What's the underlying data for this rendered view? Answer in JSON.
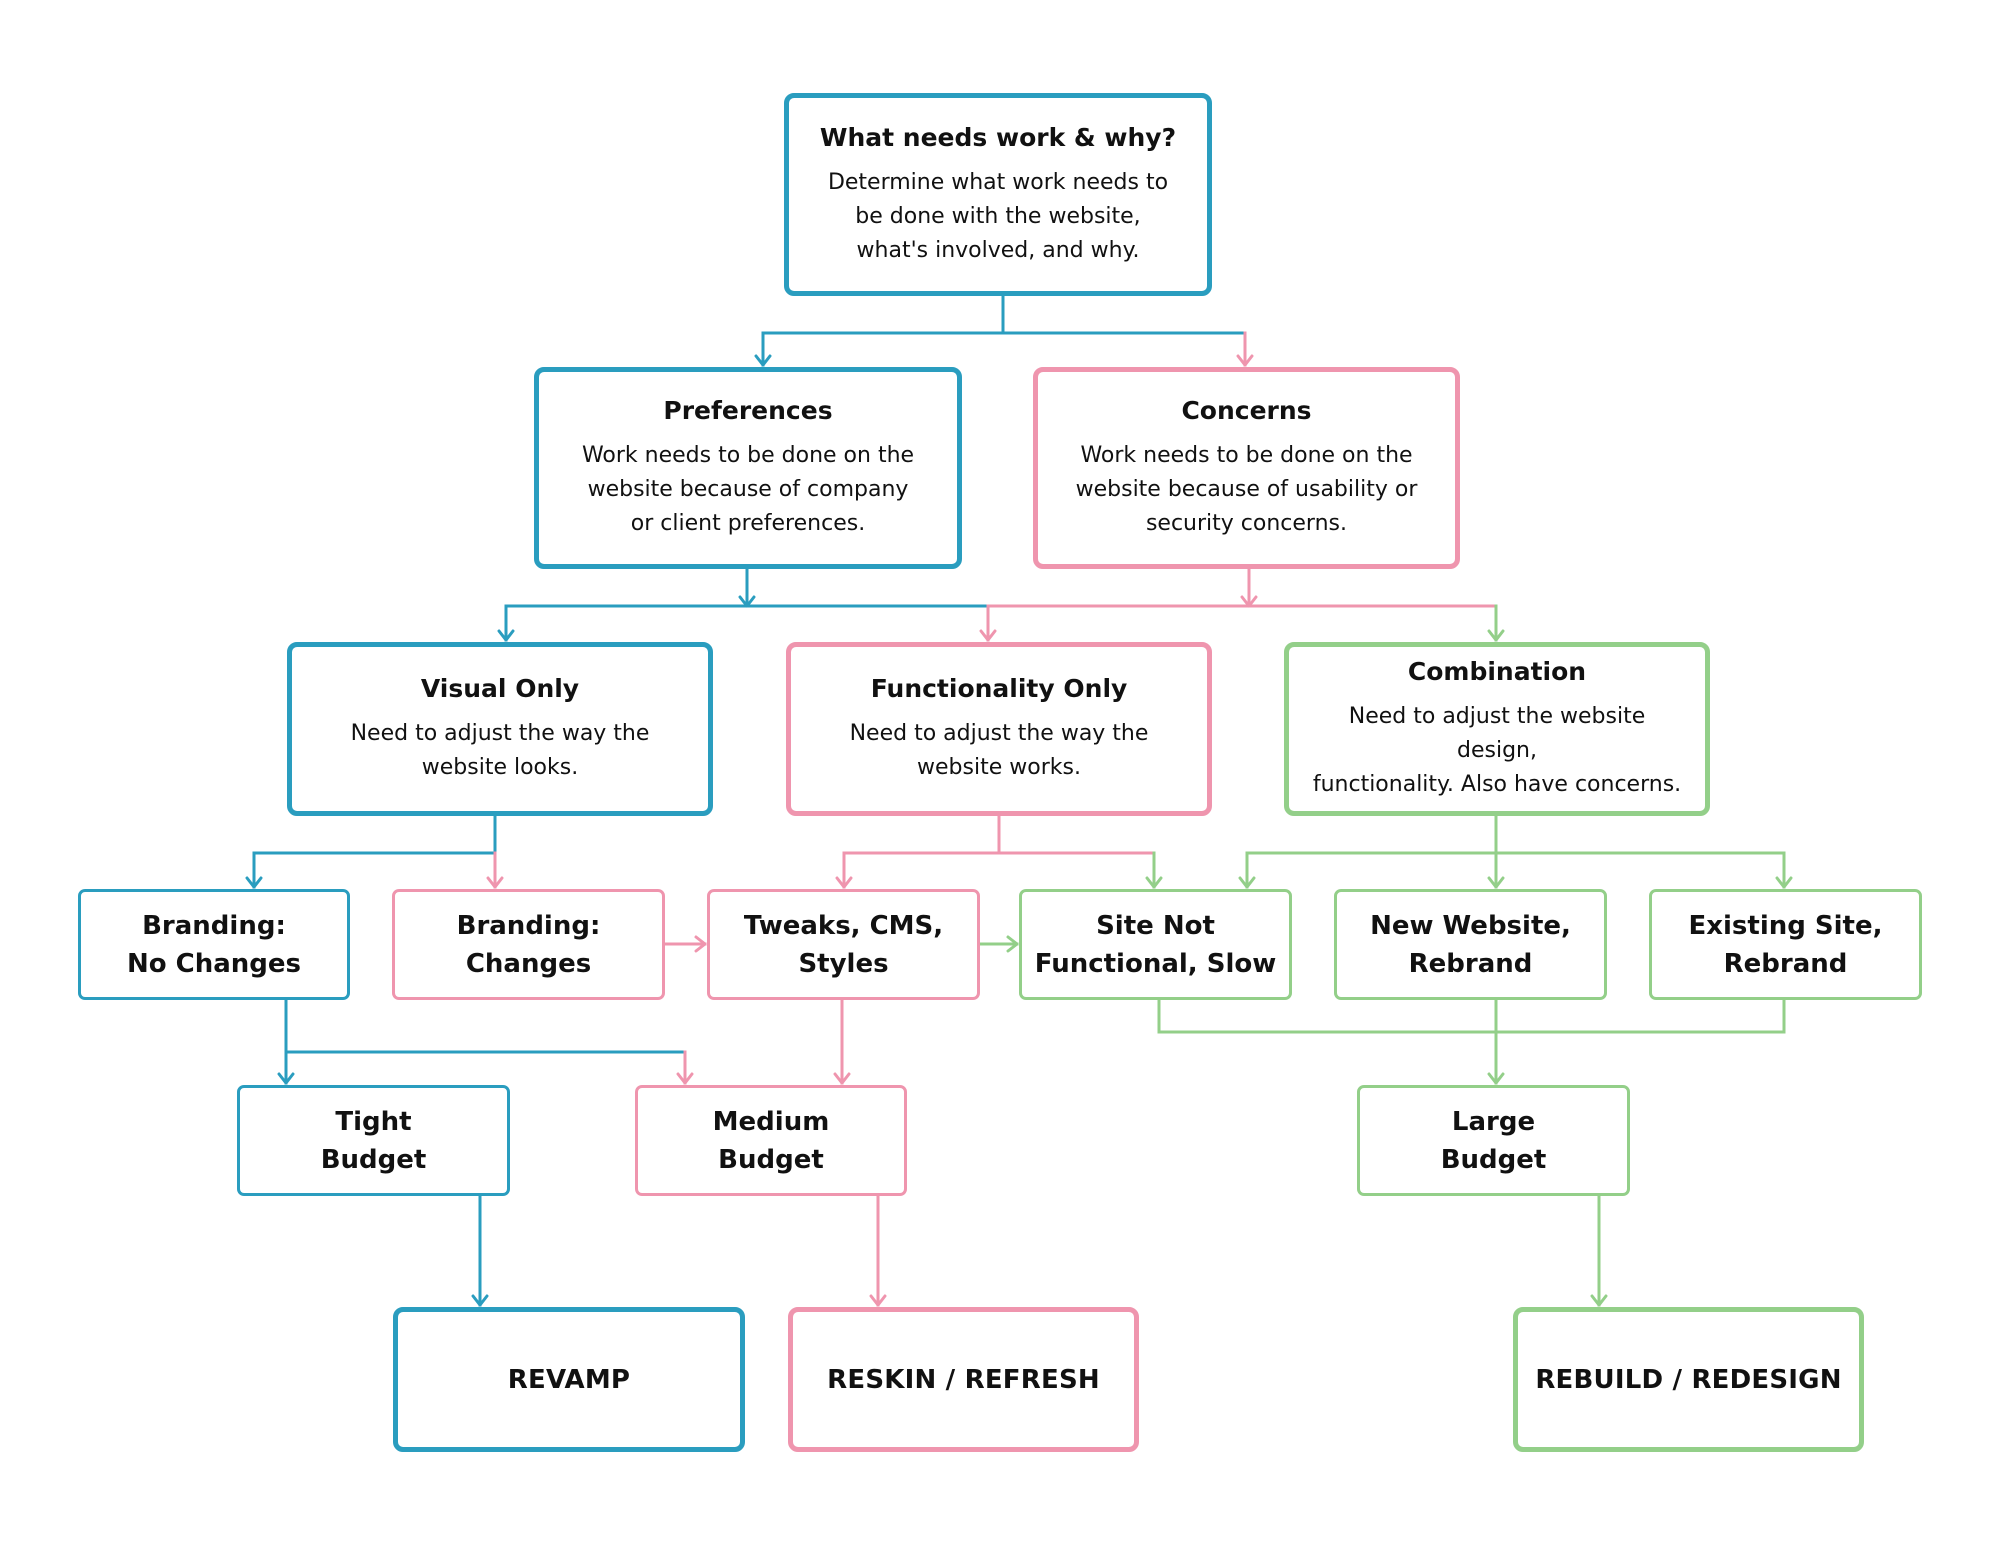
{
  "colors": {
    "teal": "#2a9dbf",
    "pink": "#ef95ae",
    "green": "#93cf89",
    "text": "#111111",
    "background": "#ffffff"
  },
  "nodes": {
    "root": {
      "title": "What needs work & why?",
      "desc": "Determine what work needs to\nbe done with the website,\nwhat's involved, and why.",
      "color": "teal"
    },
    "preferences": {
      "title": "Preferences",
      "desc": "Work needs to be done on the\nwebsite because of company\nor client preferences.",
      "color": "teal"
    },
    "concerns": {
      "title": "Concerns",
      "desc": "Work needs to be done on the\nwebsite because of usability or\nsecurity concerns.",
      "color": "pink"
    },
    "visual_only": {
      "title": "Visual Only",
      "desc": "Need to adjust the way the\nwebsite looks.",
      "color": "teal"
    },
    "functionality_only": {
      "title": "Functionality Only",
      "desc": "Need to adjust the way the\nwebsite works.",
      "color": "pink"
    },
    "combination": {
      "title": "Combination",
      "desc": "Need to adjust the website design,\nfunctionality. Also have concerns.",
      "color": "green"
    },
    "branding_no_changes": {
      "label": "Branding:\nNo Changes",
      "color": "teal"
    },
    "branding_changes": {
      "label": "Branding:\nChanges",
      "color": "pink"
    },
    "tweaks_cms_styles": {
      "label": "Tweaks, CMS,\nStyles",
      "color": "pink"
    },
    "site_not_functional": {
      "label": "Site Not\nFunctional, Slow",
      "color": "green"
    },
    "new_website_rebrand": {
      "label": "New Website,\nRebrand",
      "color": "green"
    },
    "existing_site_rebrand": {
      "label": "Existing Site,\nRebrand",
      "color": "green"
    },
    "tight_budget": {
      "label": "Tight\nBudget",
      "color": "teal"
    },
    "medium_budget": {
      "label": "Medium\nBudget",
      "color": "pink"
    },
    "large_budget": {
      "label": "Large\nBudget",
      "color": "green"
    },
    "revamp": {
      "label": "REVAMP",
      "color": "teal"
    },
    "reskin_refresh": {
      "label": "RESKIN / REFRESH",
      "color": "pink"
    },
    "rebuild_redesign": {
      "label": "REBUILD / REDESIGN",
      "color": "green"
    }
  },
  "edges": [
    {
      "from": "root",
      "to": "preferences",
      "color": "teal"
    },
    {
      "from": "root",
      "to": "concerns",
      "color": "pink"
    },
    {
      "from": "preferences",
      "to": "visual_only",
      "color": "teal"
    },
    {
      "from": "preferences",
      "to": "functionality_only",
      "color": "pink"
    },
    {
      "from": "concerns",
      "to": "functionality_only",
      "color": "pink"
    },
    {
      "from": "concerns",
      "to": "combination",
      "color": "green"
    },
    {
      "from": "visual_only",
      "to": "branding_no_changes",
      "color": "teal"
    },
    {
      "from": "visual_only",
      "to": "branding_changes",
      "color": "pink"
    },
    {
      "from": "functionality_only",
      "to": "tweaks_cms_styles",
      "color": "pink"
    },
    {
      "from": "functionality_only",
      "to": "site_not_functional",
      "color": "green"
    },
    {
      "from": "combination",
      "to": "site_not_functional",
      "color": "green"
    },
    {
      "from": "combination",
      "to": "new_website_rebrand",
      "color": "green"
    },
    {
      "from": "combination",
      "to": "existing_site_rebrand",
      "color": "green"
    },
    {
      "from": "branding_changes",
      "to": "tweaks_cms_styles",
      "color": "pink"
    },
    {
      "from": "tweaks_cms_styles",
      "to": "site_not_functional",
      "color": "green"
    },
    {
      "from": "branding_no_changes",
      "to": "tight_budget",
      "color": "teal"
    },
    {
      "from": "branding_no_changes",
      "to": "medium_budget",
      "color": "pink"
    },
    {
      "from": "tweaks_cms_styles",
      "to": "medium_budget",
      "color": "pink"
    },
    {
      "from": "site_not_functional",
      "to": "large_budget",
      "color": "green"
    },
    {
      "from": "new_website_rebrand",
      "to": "large_budget",
      "color": "green"
    },
    {
      "from": "existing_site_rebrand",
      "to": "large_budget",
      "color": "green"
    },
    {
      "from": "tight_budget",
      "to": "revamp",
      "color": "teal"
    },
    {
      "from": "medium_budget",
      "to": "reskin_refresh",
      "color": "pink"
    },
    {
      "from": "large_budget",
      "to": "rebuild_redesign",
      "color": "green"
    }
  ]
}
